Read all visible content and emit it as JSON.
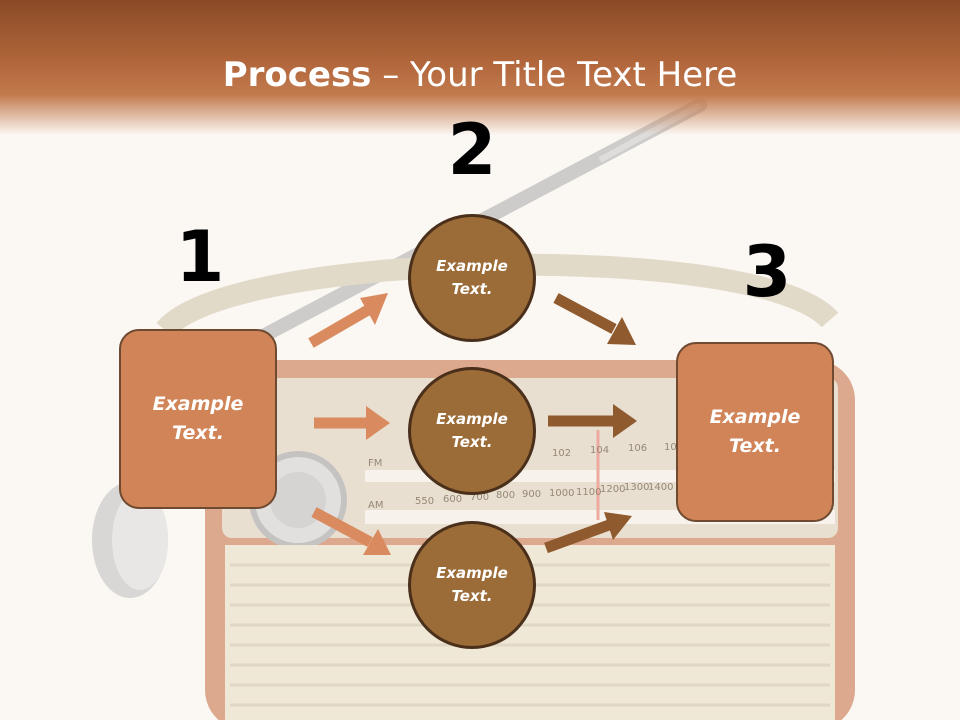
{
  "title": {
    "bold": "Process",
    "rest": " – Your Title Text Here"
  },
  "steps": [
    "1",
    "2",
    "3"
  ],
  "left_box": {
    "line1": "Example",
    "line2": "Text."
  },
  "right_box": {
    "line1": "Example",
    "line2": "Text."
  },
  "circles": [
    {
      "line1": "Example",
      "line2": "Text."
    },
    {
      "line1": "Example",
      "line2": "Text."
    },
    {
      "line1": "Example",
      "line2": "Text."
    }
  ],
  "radio": {
    "fm_label": "FM",
    "am_label": "AM",
    "fm_ticks": [
      "102",
      "104",
      "106",
      "10"
    ],
    "am_ticks": [
      "550",
      "600",
      "700",
      "800",
      "900",
      "1000",
      "1100",
      "1200",
      "1300",
      "1400"
    ]
  },
  "colors": {
    "header": "#b0653a",
    "box_fill": "#d08458",
    "circle_fill": "#9b6b38",
    "arrow_light": "#d98a5e",
    "arrow_dark": "#8f5a2e"
  }
}
